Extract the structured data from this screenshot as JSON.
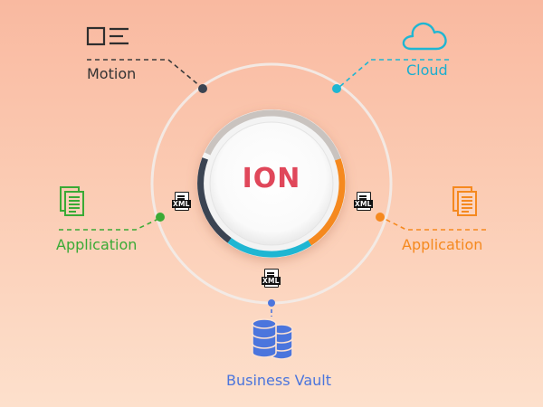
{
  "center": {
    "title": "ION",
    "title_color": "#e0475a"
  },
  "nodes": {
    "motion": {
      "label": "Motion",
      "icon": "motion-icon",
      "color": "#333333",
      "line_color": "#3b3b3b"
    },
    "cloud": {
      "label": "Cloud",
      "icon": "cloud-icon",
      "color": "#1aaecf"
    },
    "application_left": {
      "label": "Application",
      "icon": "documents-icon",
      "color": "#3aaa35"
    },
    "application_right": {
      "label": "Application",
      "icon": "documents-icon",
      "color": "#f5891f"
    },
    "business_vault": {
      "label": "Business Vault",
      "icon": "database-icon",
      "color": "#4b75dd"
    }
  },
  "xml_badge": {
    "text": "XML"
  },
  "colors": {
    "ring_dark": "#3b4452",
    "ring_cyan": "#1fb6d2",
    "ring_orange": "#f5891f",
    "ring_grey": "#c9c3bf",
    "outer_ring": "#f2ece9"
  }
}
